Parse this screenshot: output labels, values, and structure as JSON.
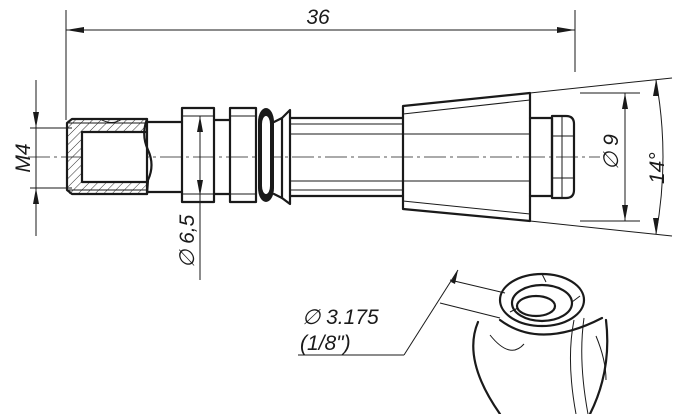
{
  "drawing": {
    "overall_length_label": "36",
    "thread_label": "M4",
    "shank_diameter_label": "∅ 6,5",
    "nose_diameter_label": "∅ 9",
    "taper_angle_label": "14°",
    "collet_bore_label": "∅ 3.175",
    "collet_bore_inch_label": "(1/8\")"
  }
}
